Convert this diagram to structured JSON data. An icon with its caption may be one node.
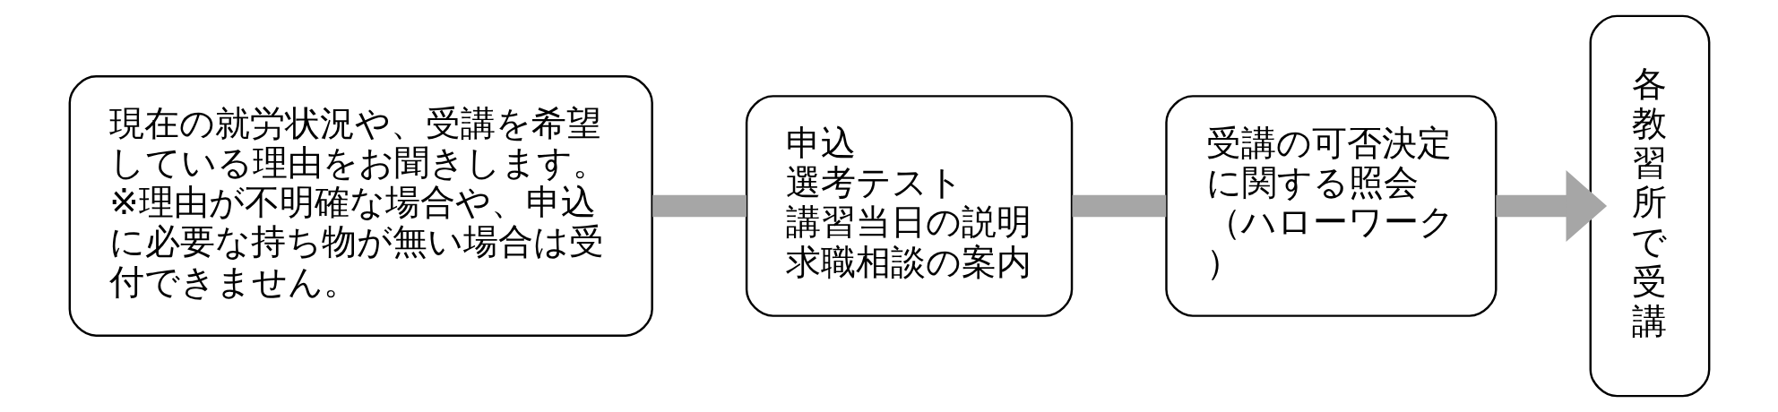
{
  "diagram": {
    "nodes": [
      {
        "text": [
          "現在の就労状況や、受講を希望している理由をお聞きします。",
          "※理由が不明確な場合や、申込に必要な持ち物が無い場合は受付できません。"
        ]
      },
      {
        "text": [
          "申込",
          "選考テスト",
          "講習当日の説明",
          "求職相談の案内"
        ]
      },
      {
        "text": [
          "受講の可否決定に関する照会",
          "（ハローワーク）"
        ]
      },
      {
        "text": [
          "各教習所で受講"
        ]
      }
    ],
    "edges": [
      {
        "from": 0,
        "to": 1,
        "arrow": "none"
      },
      {
        "from": 1,
        "to": 2,
        "arrow": "none"
      },
      {
        "from": 2,
        "to": 3,
        "arrow": "to"
      }
    ]
  }
}
